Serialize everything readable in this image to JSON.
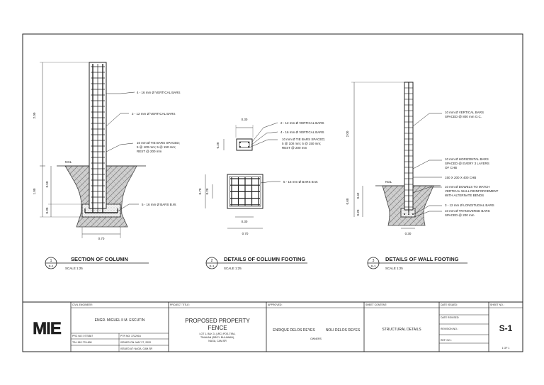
{
  "col_section": {
    "callouts": [
      "4 - 16 mm Ø VERTICAL BARS",
      "2 - 12 mm Ø VERTICAL BARS",
      "10 mm Ø TIE BARS SPACED;",
      "5 @ 100 mm; 5 @ 150 mm;",
      "REST @ 200 mm",
      "5 - 16 mm Ø BARS B.W."
    ],
    "ngl": "NGL",
    "dim_height": "2.00",
    "dim_depth": "1.00",
    "dim_upper": "0.50",
    "dim_lower": "0.30",
    "dim_width": "0.70"
  },
  "footing_detail": {
    "callouts": [
      "2 - 12 mm Ø VERTICAL BARS",
      "4 - 16 mm Ø VERTICAL BARS",
      "10 mm Ø TIE BARS SPACED;",
      "5 @ 100 mm; 5 @ 150 mm;",
      "REST @ 200 mm",
      "5 - 16 mm Ø BARS B.W."
    ],
    "dim_col_w": "0.30",
    "dim_col_h": "0.20",
    "dim_ft_side": "0.70",
    "dim_ft_inner_side": "0.20",
    "dim_ft_inner_bottom": "0.30",
    "dim_ft_bottom": "0.70"
  },
  "wall_footing": {
    "callouts": [
      "10 mm Ø VERTICAL BARS",
      "SPACED @ 800 mm O.C.",
      "10 mm Ø HORIZONTAL BARS",
      "SPACED @ EVERY 3 LAYERS",
      "OF CHB",
      "150 X 200 X 400 CHB",
      "10 mm Ø DOWELS TO MATCH",
      "VERTICAL WALL REINFORCEMENT",
      "WITH ALTERNATE BENDS",
      "3 - 12 mm Ø LONGITUDIAL BARS",
      "10 mm Ø TRANSVERSE BARS",
      "SPACED @ 200 mm"
    ],
    "ngl": "NGL",
    "dim_height": "2.00",
    "dim_total_depth": "0.60",
    "dim_upper": "0.42",
    "dim_lower": "0.20",
    "dim_width": "0.30"
  },
  "titles": [
    {
      "num": "1",
      "ref": "S-1",
      "title": "SECTION OF COLUMN",
      "scale": "SCALE 1:25"
    },
    {
      "num": "2",
      "ref": "S-1",
      "title": "DETAILS OF COLUMN FOOTING",
      "scale": "SCALE 1:25"
    },
    {
      "num": "3",
      "ref": "S-1",
      "title": "DETAILS OF WALL FOOTING",
      "scale": "SCALE 1:25"
    }
  ],
  "title_block": {
    "logo": "MIE",
    "civil_engineer_label": "CIVIL ENGINEER:",
    "engineer_name": "ENGR. MIGUEL II M. ESCUTIN",
    "prc_no": "PRC NO: 0775387",
    "ptr_no": "PTR NO: 3722916",
    "tin_no": "TIN: 962-776-698",
    "issued_on": "ISSUED ON: MAY 27, 2020",
    "issued_at": "ISSUED AT: NAGA, CAM.SR",
    "project_title_label": "PROJECT TITLE:",
    "project_title_1": "PROPOSED PROPERTY",
    "project_title_2": "FENCE",
    "project_addr_1": "LOT 1, BLK 3, (LRC) POS-TIRA,",
    "project_addr_2": "TINAUAN (BRGY. BULAWAN),",
    "project_addr_3": "NAGA, CAM.SR",
    "approved_label": "APPROVED:",
    "owner_1": "ENRIQUE DELOS REYES",
    "owner_2": "NOLI DELOS REYES",
    "owners_label": "OWNERS",
    "sheet_content_label": "SHEET CONTENT:",
    "sheet_content": "STRUCTURAL DETAILS",
    "date_issued_label": "DATE ISSUED:",
    "date_revised_label": "DATE REVISED:",
    "revision_label": "REVISION NO.:",
    "ref_label": "REF. NO.:",
    "sheet_no_label": "SHEET NO.:",
    "sheet_no": "S-1",
    "sheet_count": "1 OF 1"
  }
}
